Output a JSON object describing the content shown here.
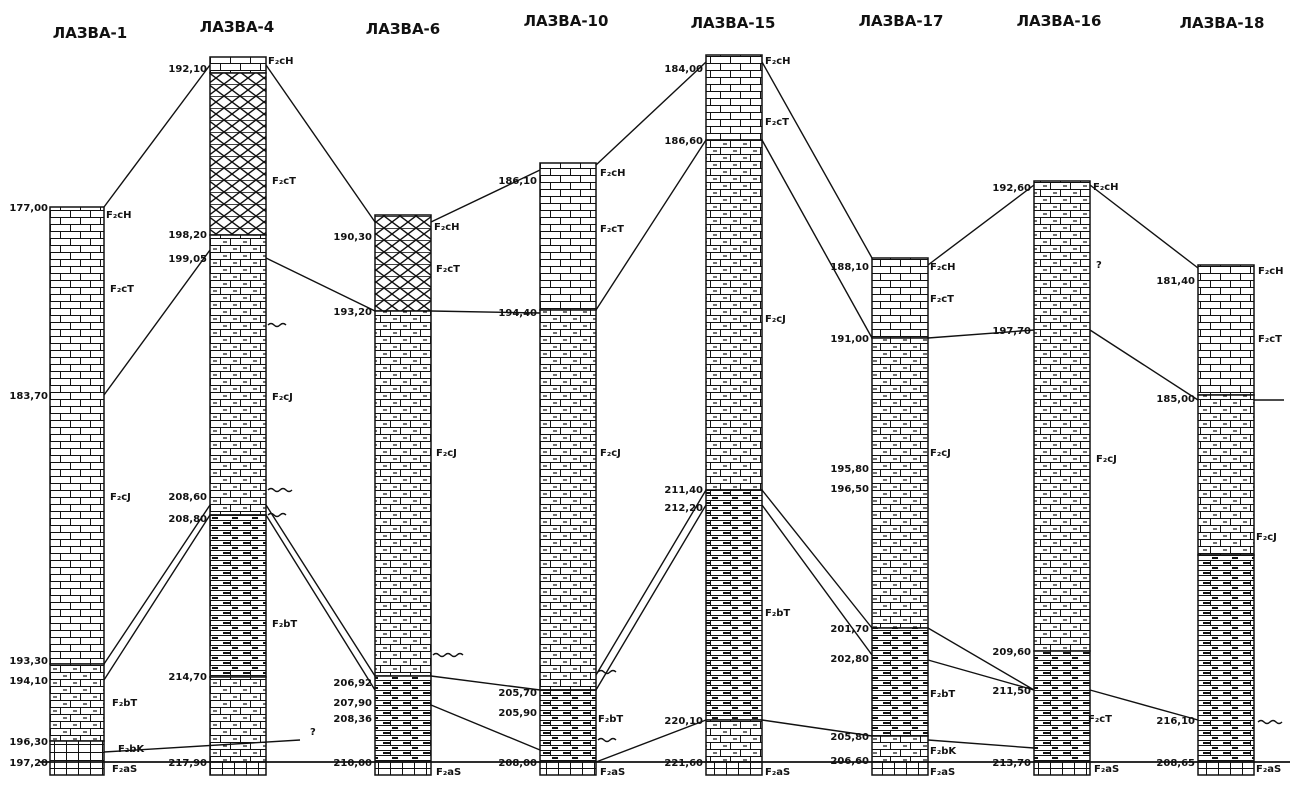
{
  "colors": {
    "ink": "#111111",
    "paper": "#ffffff"
  },
  "wells": [
    {
      "title": "ЛАЗВА-1",
      "depths": [
        {
          "label": "177,00"
        },
        {
          "label": "183,70"
        },
        {
          "label": "193,30"
        },
        {
          "label": "194,10"
        },
        {
          "label": "196,30"
        },
        {
          "label": "197,20"
        }
      ],
      "units": [
        {
          "label": "F₂cH"
        },
        {
          "label": "F₂cT"
        },
        {
          "label": "F₂cJ"
        },
        {
          "label": "F₂bT"
        },
        {
          "label": "F₂bK"
        },
        {
          "label": "F₂aS"
        }
      ]
    },
    {
      "title": "ЛАЗВА-4",
      "depths": [
        {
          "label": "192,10"
        },
        {
          "label": "198,20"
        },
        {
          "label": "199,05"
        },
        {
          "label": "208,60"
        },
        {
          "label": "208,80"
        },
        {
          "label": "214,70"
        },
        {
          "label": "217,90"
        }
      ],
      "units": [
        {
          "label": "F₂cH"
        },
        {
          "label": "F₂cT"
        },
        {
          "label": "F₂cJ"
        },
        {
          "label": "F₂bT"
        }
      ],
      "question": "?"
    },
    {
      "title": "ЛАЗВА-6",
      "depths": [
        {
          "label": "190,30"
        },
        {
          "label": "193,20"
        },
        {
          "label": "206,92"
        },
        {
          "label": "207,90"
        },
        {
          "label": "208,36"
        },
        {
          "label": "210,00"
        }
      ],
      "units": [
        {
          "label": "F₂cH"
        },
        {
          "label": "F₂cT"
        },
        {
          "label": "F₂cJ"
        },
        {
          "label": "F₂aS"
        }
      ]
    },
    {
      "title": "ЛАЗВА-10",
      "depths": [
        {
          "label": "186,10"
        },
        {
          "label": "194,40"
        },
        {
          "label": "205,70"
        },
        {
          "label": "205,90"
        },
        {
          "label": "208,00"
        }
      ],
      "units": [
        {
          "label": "F₂cH"
        },
        {
          "label": "F₂cT"
        },
        {
          "label": "F₂cJ"
        },
        {
          "label": "F₂bT"
        },
        {
          "label": "F₂aS"
        }
      ]
    },
    {
      "title": "ЛАЗВА-15",
      "depths": [
        {
          "label": "184,00"
        },
        {
          "label": "186,60"
        },
        {
          "label": "211,40"
        },
        {
          "label": "212,20"
        },
        {
          "label": "220,10"
        },
        {
          "label": "221,60"
        }
      ],
      "units": [
        {
          "label": "F₂cH"
        },
        {
          "label": "F₂cT"
        },
        {
          "label": "F₂cJ"
        },
        {
          "label": "F₂bT"
        },
        {
          "label": "F₂aS"
        }
      ]
    },
    {
      "title": "ЛАЗВА-17",
      "depths": [
        {
          "label": "188,10"
        },
        {
          "label": "191,00"
        },
        {
          "label": "195,80"
        },
        {
          "label": "196,50"
        },
        {
          "label": "201,70"
        },
        {
          "label": "202,80"
        },
        {
          "label": "205,80"
        },
        {
          "label": "206,60"
        }
      ],
      "units": [
        {
          "label": "F₂cH"
        },
        {
          "label": "F₂cT"
        },
        {
          "label": "F₂cJ"
        },
        {
          "label": "F₂bT"
        },
        {
          "label": "F₂bK"
        },
        {
          "label": "F₂aS"
        }
      ]
    },
    {
      "title": "ЛАЗВА-16",
      "depths": [
        {
          "label": "192,60"
        },
        {
          "label": "197,70"
        },
        {
          "label": "209,60"
        },
        {
          "label": "211,50"
        },
        {
          "label": "213,70"
        }
      ],
      "units": [
        {
          "label": "F₂cH"
        },
        {
          "label": "F₂cJ"
        },
        {
          "label": "F₂cT"
        },
        {
          "label": "F₂aS"
        }
      ],
      "question": "?"
    },
    {
      "title": "ЛАЗВА-18",
      "depths": [
        {
          "label": "181,40"
        },
        {
          "label": "185,00"
        },
        {
          "label": "216,10"
        },
        {
          "label": "208,65"
        }
      ],
      "units": [
        {
          "label": "F₂cH"
        },
        {
          "label": "F₂cT"
        },
        {
          "label": "F₂cJ"
        },
        {
          "label": "F₂aS"
        }
      ]
    }
  ]
}
